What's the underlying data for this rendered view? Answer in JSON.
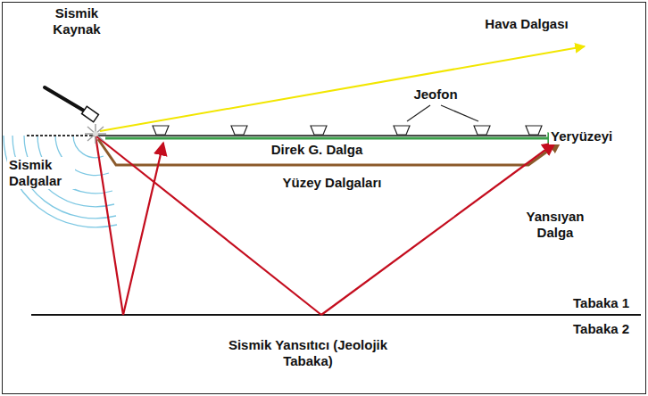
{
  "diagram": {
    "labels": [
      "Sismik Kaynak",
      "Hava Dalgası",
      "Jeofon",
      "Yeryüzeyi",
      "Sismik Dalgalar",
      "Direk G. Dalga",
      "Yüzey Dalgaları",
      "Yansıyan Dalga",
      "Tabaka 1",
      "Tabaka 2",
      "Sismik Yansıtıcı (Jeolojik Tabaka)"
    ]
  }
}
